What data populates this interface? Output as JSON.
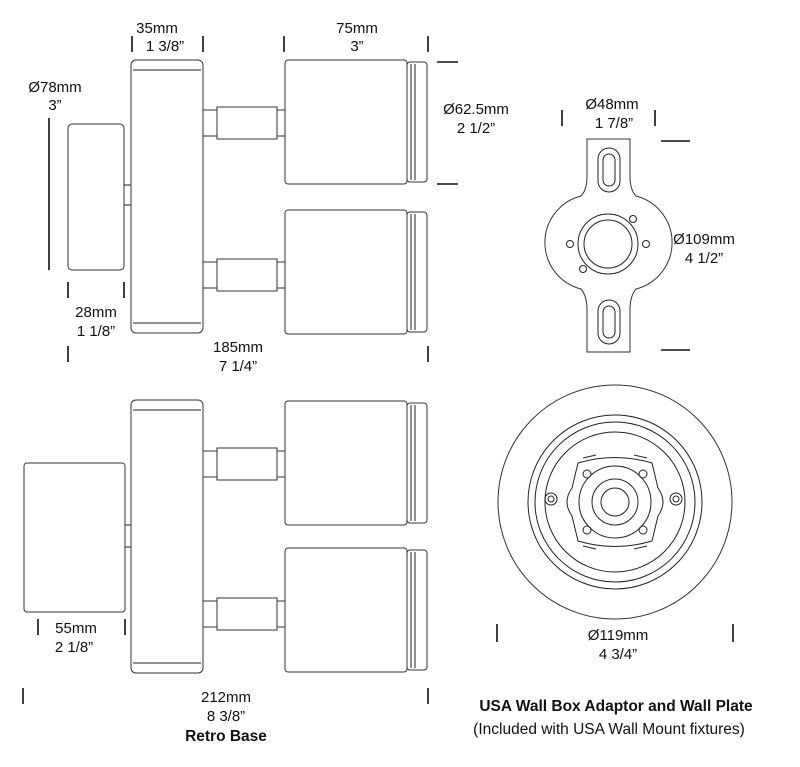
{
  "colors": {
    "line": "#333333",
    "text": "#111111",
    "background": "#ffffff"
  },
  "top_view": {
    "dim_35": {
      "mm": "35mm",
      "in": "1 3/8”"
    },
    "dim_75": {
      "mm": "75mm",
      "in": "3”"
    },
    "dim_78": {
      "mm": "Ø78mm",
      "in": "3”"
    },
    "dim_62": {
      "mm": "Ø62.5mm",
      "in": "2 1/2”"
    },
    "dim_28": {
      "mm": "28mm",
      "in": "1 1/8”"
    },
    "dim_185": {
      "mm": "185mm",
      "in": "7 1/4”"
    }
  },
  "plate": {
    "dim_48": {
      "mm": "Ø48mm",
      "in": "1 7/8”"
    },
    "dim_109": {
      "mm": "Ø109mm",
      "in": "4 1/2”"
    }
  },
  "retro_view": {
    "dim_55": {
      "mm": "55mm",
      "in": "2 1/8”"
    },
    "dim_212": {
      "mm": "212mm",
      "in": "8 3/8”"
    },
    "caption": "Retro Base"
  },
  "round_plate": {
    "dim_119": {
      "mm": "Ø119mm",
      "in": "4 3/4”"
    }
  },
  "footer": {
    "title": "USA Wall Box Adaptor and Wall Plate",
    "subtitle": "(Included with USA Wall Mount fixtures)"
  }
}
